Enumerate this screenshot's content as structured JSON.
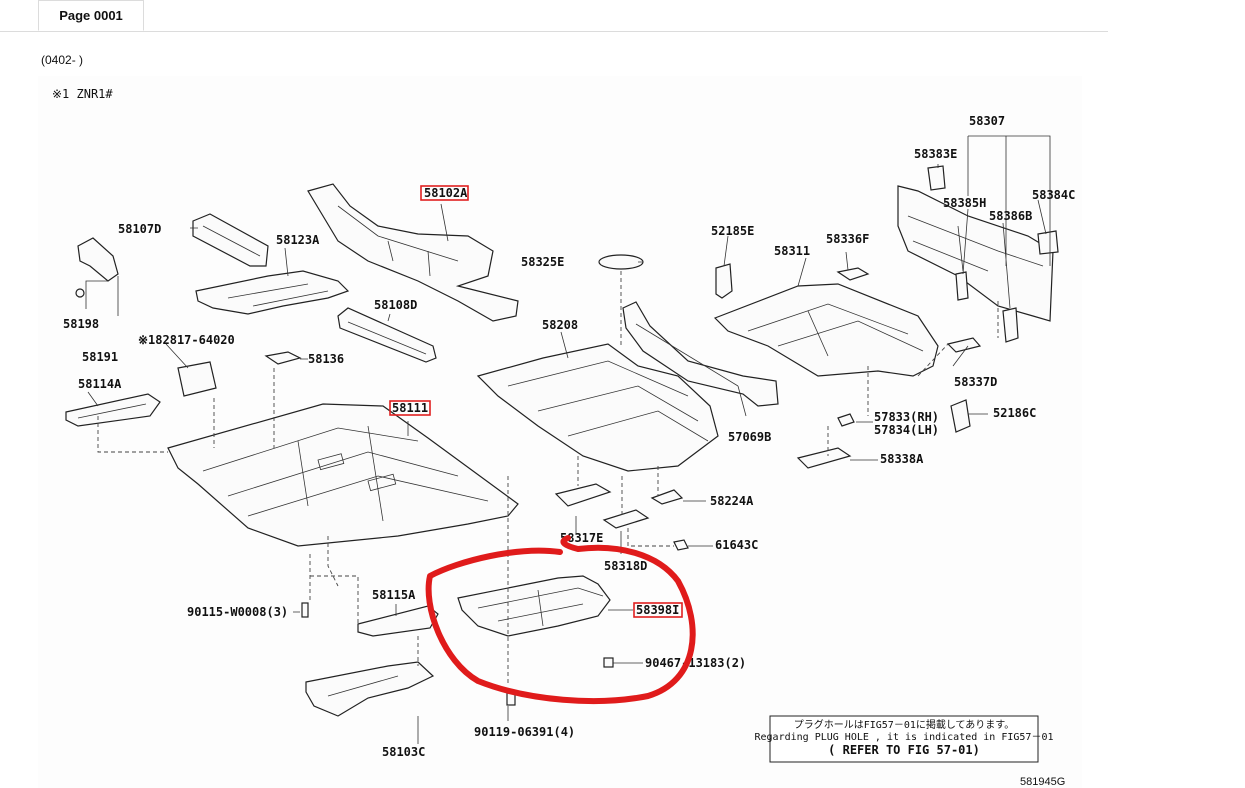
{
  "tab": {
    "label": "Page 0001"
  },
  "header": {
    "range": "(0402- )"
  },
  "diagram": {
    "note_marker": "※1 ZNR1#",
    "figure_id": "581945G",
    "parts": [
      {
        "key": "p58307",
        "label": "58307"
      },
      {
        "key": "p58383E",
        "label": "58383E"
      },
      {
        "key": "p58384C",
        "label": "58384C"
      },
      {
        "key": "p58385H",
        "label": "58385H"
      },
      {
        "key": "p58386B",
        "label": "58386B"
      },
      {
        "key": "p58102A",
        "label": "58102A"
      },
      {
        "key": "p58107D",
        "label": "58107D"
      },
      {
        "key": "p58123A",
        "label": "58123A"
      },
      {
        "key": "p52185E",
        "label": "52185E"
      },
      {
        "key": "p58311",
        "label": "58311"
      },
      {
        "key": "p58336F",
        "label": "58336F"
      },
      {
        "key": "p58325E",
        "label": "58325E"
      },
      {
        "key": "p58198",
        "label": "58198"
      },
      {
        "key": "p58191",
        "label": "58191"
      },
      {
        "key": "p58108D",
        "label": "58108D"
      },
      {
        "key": "p58208",
        "label": "58208"
      },
      {
        "key": "p182817",
        "label": "※182817-64020"
      },
      {
        "key": "p58136",
        "label": "58136"
      },
      {
        "key": "p58337D",
        "label": "58337D"
      },
      {
        "key": "p58114A",
        "label": "58114A"
      },
      {
        "key": "p58111",
        "label": "58111"
      },
      {
        "key": "p52186C",
        "label": "52186C"
      },
      {
        "key": "p57833",
        "label": "57833(RH)"
      },
      {
        "key": "p57834",
        "label": "57834(LH)"
      },
      {
        "key": "p57069B",
        "label": "57069B"
      },
      {
        "key": "p58338A",
        "label": "58338A"
      },
      {
        "key": "p58224A",
        "label": "58224A"
      },
      {
        "key": "p58317E",
        "label": "58317E"
      },
      {
        "key": "p61643C",
        "label": "61643C"
      },
      {
        "key": "p58318D",
        "label": "58318D"
      },
      {
        "key": "p58115A",
        "label": "58115A"
      },
      {
        "key": "p58398",
        "label": "58398I"
      },
      {
        "key": "p90115",
        "label": "90115-W0008(3)"
      },
      {
        "key": "p90467",
        "label": "90467-13183(2)"
      },
      {
        "key": "p90119",
        "label": "90119-06391(4)"
      },
      {
        "key": "p58103C",
        "label": "58103C"
      }
    ],
    "plug_note": {
      "jp": "プラグホールはFIG57－01に掲載してあります。",
      "en": "Regarding PLUG HOLE , it is indicated in FIG57－01",
      "ref": "( REFER TO FIG 57-01)"
    },
    "highlighted_parts": [
      "58102A",
      "58111",
      "58398I"
    ],
    "colors": {
      "highlight": "#e02020",
      "annotation": "#e01b1b"
    }
  }
}
